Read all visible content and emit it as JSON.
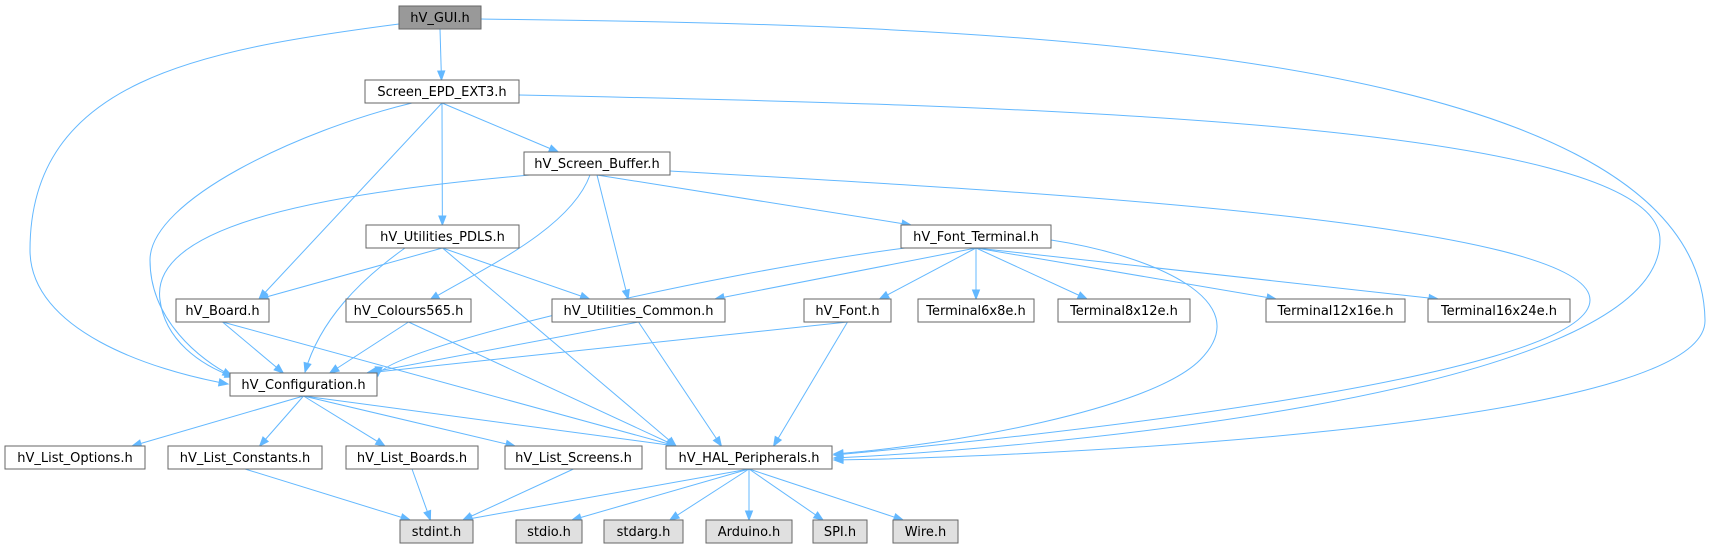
{
  "graph": {
    "colors": {
      "edge": "#63b8ff",
      "node_border": "#666666",
      "node_fill": "#ffffff",
      "root_fill": "#999999",
      "system_fill": "#e0e0e0",
      "system_border": "#999999",
      "text": "#000000"
    },
    "nodes": [
      {
        "id": "gui",
        "label": "hV_GUI.h",
        "kind": "root"
      },
      {
        "id": "screen",
        "label": "Screen_EPD_EXT3.h",
        "kind": "file"
      },
      {
        "id": "buffer",
        "label": "hV_Screen_Buffer.h",
        "kind": "file"
      },
      {
        "id": "pdls",
        "label": "hV_Utilities_PDLS.h",
        "kind": "file"
      },
      {
        "id": "fontterm",
        "label": "hV_Font_Terminal.h",
        "kind": "file"
      },
      {
        "id": "board",
        "label": "hV_Board.h",
        "kind": "file"
      },
      {
        "id": "colours",
        "label": "hV_Colours565.h",
        "kind": "file"
      },
      {
        "id": "common",
        "label": "hV_Utilities_Common.h",
        "kind": "file"
      },
      {
        "id": "font",
        "label": "hV_Font.h",
        "kind": "file"
      },
      {
        "id": "t6",
        "label": "Terminal6x8e.h",
        "kind": "file"
      },
      {
        "id": "t8",
        "label": "Terminal8x12e.h",
        "kind": "file"
      },
      {
        "id": "t12",
        "label": "Terminal12x16e.h",
        "kind": "file"
      },
      {
        "id": "t16",
        "label": "Terminal16x24e.h",
        "kind": "file"
      },
      {
        "id": "config",
        "label": "hV_Configuration.h",
        "kind": "file"
      },
      {
        "id": "options",
        "label": "hV_List_Options.h",
        "kind": "file"
      },
      {
        "id": "constants",
        "label": "hV_List_Constants.h",
        "kind": "file"
      },
      {
        "id": "boards",
        "label": "hV_List_Boards.h",
        "kind": "file"
      },
      {
        "id": "screens",
        "label": "hV_List_Screens.h",
        "kind": "file"
      },
      {
        "id": "hal",
        "label": "hV_HAL_Peripherals.h",
        "kind": "file"
      },
      {
        "id": "stdint",
        "label": "stdint.h",
        "kind": "system"
      },
      {
        "id": "stdio",
        "label": "stdio.h",
        "kind": "system"
      },
      {
        "id": "stdarg",
        "label": "stdarg.h",
        "kind": "system"
      },
      {
        "id": "arduino",
        "label": "Arduino.h",
        "kind": "system"
      },
      {
        "id": "spi",
        "label": "SPI.h",
        "kind": "system"
      },
      {
        "id": "wire",
        "label": "Wire.h",
        "kind": "system"
      }
    ],
    "edges": [
      [
        "gui",
        "screen"
      ],
      [
        "gui",
        "config"
      ],
      [
        "gui",
        "hal"
      ],
      [
        "screen",
        "buffer"
      ],
      [
        "screen",
        "pdls"
      ],
      [
        "screen",
        "board"
      ],
      [
        "screen",
        "config"
      ],
      [
        "screen",
        "hal"
      ],
      [
        "buffer",
        "fontterm"
      ],
      [
        "buffer",
        "colours"
      ],
      [
        "buffer",
        "common"
      ],
      [
        "buffer",
        "config"
      ],
      [
        "buffer",
        "hal"
      ],
      [
        "pdls",
        "board"
      ],
      [
        "pdls",
        "common"
      ],
      [
        "pdls",
        "config"
      ],
      [
        "pdls",
        "hal"
      ],
      [
        "fontterm",
        "common"
      ],
      [
        "fontterm",
        "font"
      ],
      [
        "fontterm",
        "t6"
      ],
      [
        "fontterm",
        "t8"
      ],
      [
        "fontterm",
        "t12"
      ],
      [
        "fontterm",
        "t16"
      ],
      [
        "fontterm",
        "config"
      ],
      [
        "fontterm",
        "hal"
      ],
      [
        "board",
        "config"
      ],
      [
        "board",
        "hal"
      ],
      [
        "colours",
        "config"
      ],
      [
        "colours",
        "hal"
      ],
      [
        "common",
        "config"
      ],
      [
        "common",
        "hal"
      ],
      [
        "font",
        "config"
      ],
      [
        "font",
        "hal"
      ],
      [
        "config",
        "options"
      ],
      [
        "config",
        "constants"
      ],
      [
        "config",
        "boards"
      ],
      [
        "config",
        "screens"
      ],
      [
        "config",
        "hal"
      ],
      [
        "constants",
        "stdint"
      ],
      [
        "boards",
        "stdint"
      ],
      [
        "screens",
        "stdint"
      ],
      [
        "hal",
        "stdint"
      ],
      [
        "hal",
        "stdio"
      ],
      [
        "hal",
        "stdarg"
      ],
      [
        "hal",
        "arduino"
      ],
      [
        "hal",
        "spi"
      ],
      [
        "hal",
        "wire"
      ]
    ]
  }
}
